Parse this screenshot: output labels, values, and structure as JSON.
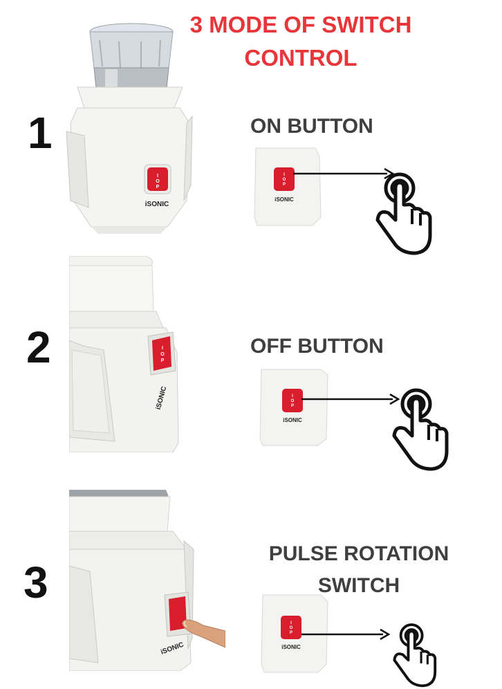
{
  "title": [
    "3 MODE OF SWITCH",
    "CONTROL"
  ],
  "switch_marks": [
    "I",
    "O",
    "P"
  ],
  "brand": "iSONIC",
  "modes": [
    {
      "number": "1",
      "label": [
        "ON BUTTON"
      ]
    },
    {
      "number": "2",
      "label": [
        "OFF BUTTON"
      ]
    },
    {
      "number": "3",
      "label": [
        "PULSE ROTATION",
        "SWITCH"
      ]
    }
  ],
  "colors": {
    "title": "#e8353a",
    "switch": "#d81e2c",
    "body": "#f4f4f2",
    "ink": "#111111"
  },
  "icons": [
    "arrow-right-icon",
    "tap-hand-icon"
  ]
}
